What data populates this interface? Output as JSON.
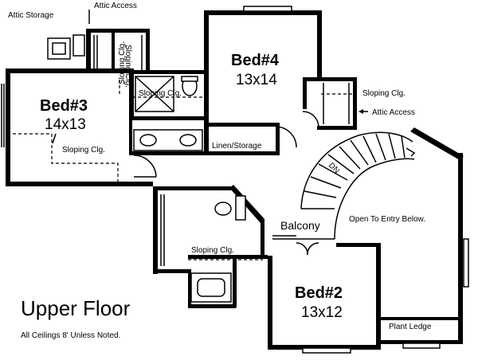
{
  "labels": {
    "attic_storage": "Attic Storage",
    "attic_access_top": "Attic Access",
    "attic_access_right": "Attic Access",
    "sloping_clg_1": "Sloping Clg.",
    "sloping_clg_2": "Sloping Clg.",
    "sloping_clg_3": "Sloping Clg.",
    "sloping_clg_4": "Sloping Clg.",
    "sloping_clg_5": "Sloping Clg.",
    "bed3_name": "Bed#3",
    "bed3_size": "14x13",
    "bed4_name": "Bed#4",
    "bed4_size": "13x14",
    "bed2_name": "Bed#2",
    "bed2_size": "13x12",
    "linen": "Linen/Storage",
    "balcony": "Balcony",
    "stair_dn": "DN",
    "open_entry": "Open To Entry Below.",
    "plant_ledge": "Plant Ledge",
    "title": "Upper Floor",
    "note": "All Ceilings 8' Unless Noted."
  }
}
